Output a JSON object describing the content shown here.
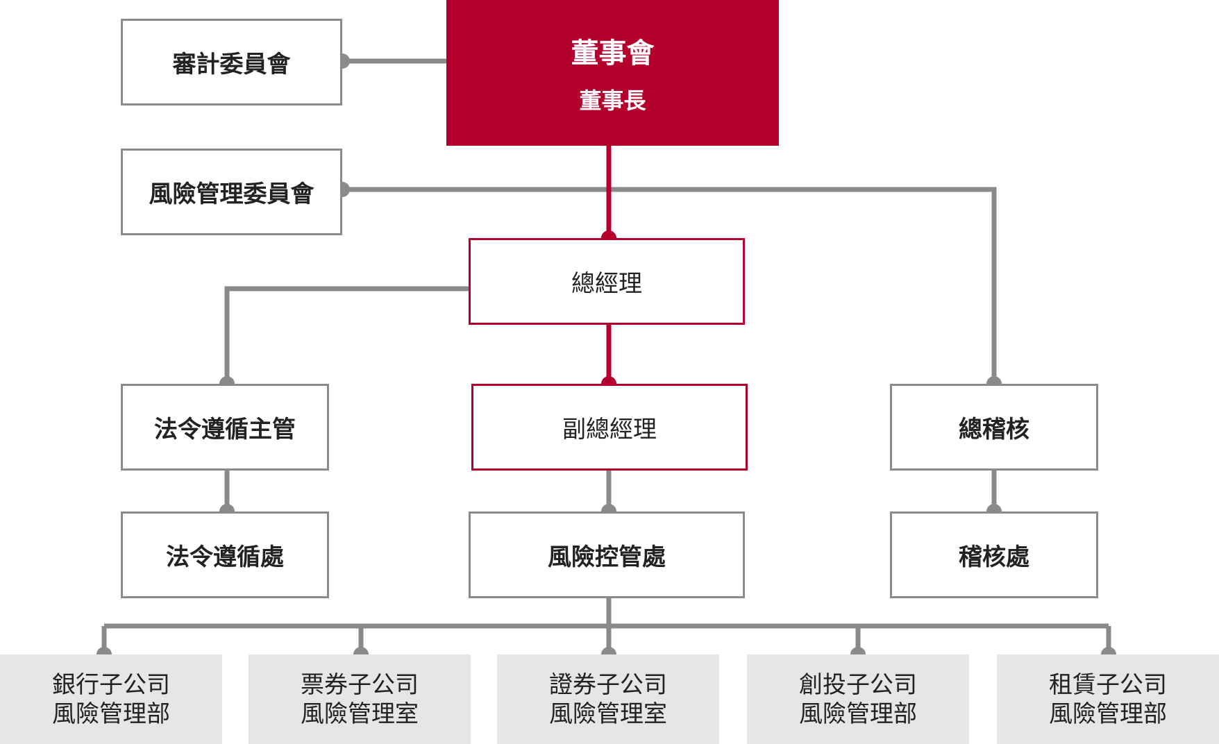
{
  "colors": {
    "accent": "#b4002d",
    "line": "#8a8a8a",
    "box_fill_light": "#e6e6e6"
  },
  "board": {
    "title": "董事會",
    "subtitle": "董事長"
  },
  "audit_committee": "審計委員會",
  "risk_committee": "風險管理委員會",
  "president": "總經理",
  "vice_president": "副總經理",
  "compliance_officer": "法令遵循主管",
  "compliance_dept": "法令遵循處",
  "risk_control_dept": "風險控管處",
  "chief_auditor": "總稽核",
  "audit_dept": "稽核處",
  "subsidiaries": [
    {
      "line1": "銀行子公司",
      "line2": "風險管理部"
    },
    {
      "line1": "票券子公司",
      "line2": "風險管理室"
    },
    {
      "line1": "證券子公司",
      "line2": "風險管理室"
    },
    {
      "line1": "創投子公司",
      "line2": "風險管理部"
    },
    {
      "line1": "租賃子公司",
      "line2": "風險管理部"
    }
  ]
}
